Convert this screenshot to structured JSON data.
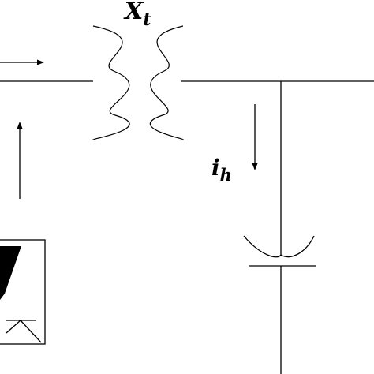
{
  "labels": {
    "transformer_symbol": "X",
    "transformer_subscript": "t",
    "current_symbol": "i",
    "current_subscript": "h"
  },
  "colors": {
    "stroke": "#000000",
    "background": "#ffffff"
  }
}
